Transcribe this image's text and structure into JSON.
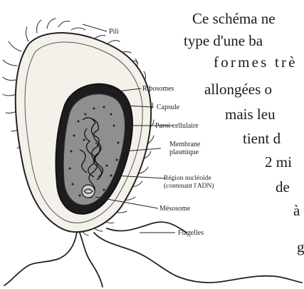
{
  "paragraph": {
    "lines": [
      "Ce schéma ne",
      "type d'une ba",
      "formes trè",
      "allongées o",
      "mais leu",
      "tient d",
      "2 mi",
      "de",
      "à",
      "g"
    ]
  },
  "diagram": {
    "labels": {
      "pili": "Pili",
      "ribosomes": "Ribosomes",
      "capsule": "Capsule",
      "paroi": "Paroi cellulaire",
      "membrane_1": "Membrane",
      "membrane_2": "plasmique",
      "region_1": "Région nucléoïde",
      "region_2": "(contenant l'ADN)",
      "mesosome": "Mésosome",
      "flagelles": "Flagelles"
    }
  }
}
